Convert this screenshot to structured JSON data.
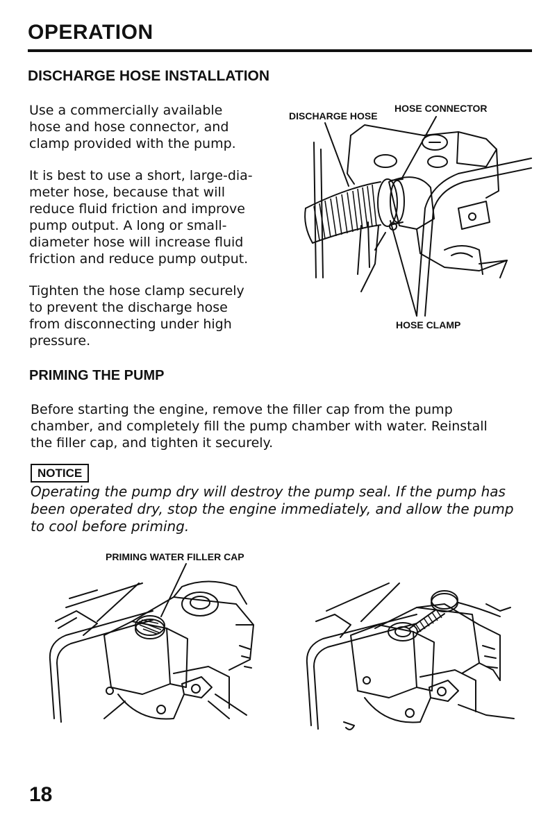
{
  "header": {
    "section_title": "OPERATION",
    "page_number": "18"
  },
  "discharge": {
    "heading": "DISCHARGE HOSE INSTALLATION",
    "lines_p1": [
      "Use a commercially available",
      "hose and hose connector, and",
      "clamp provided with the pump."
    ],
    "lines_p2": [
      "It is best to use a short, large-dia-",
      "meter hose, because that will",
      "reduce fluid friction and improve",
      "pump output. A long or small-",
      "diameter hose will increase fluid",
      "friction and reduce pump output."
    ],
    "lines_p3": [
      "Tighten the hose clamp securely",
      "to prevent the discharge hose",
      "from disconnecting under high",
      "pressure."
    ],
    "labels": {
      "discharge_hose": "DISCHARGE HOSE",
      "hose_connector": "HOSE CONNECTOR",
      "hose_clamp": "HOSE CLAMP"
    }
  },
  "priming": {
    "heading": "PRIMING THE PUMP",
    "lines": [
      "Before starting the engine, remove the filler cap from the pump",
      "chamber, and completely fill the pump chamber with water. Reinstall",
      "the filler cap, and tighten it securely."
    ],
    "notice_label": "NOTICE",
    "notice_lines": [
      "Operating the pump dry will destroy the pump seal. If the pump has",
      "been operated dry, stop the engine immediately, and allow the pump",
      "to cool before priming."
    ],
    "labels": {
      "filler_cap": "PRIMING WATER FILLER CAP"
    }
  }
}
